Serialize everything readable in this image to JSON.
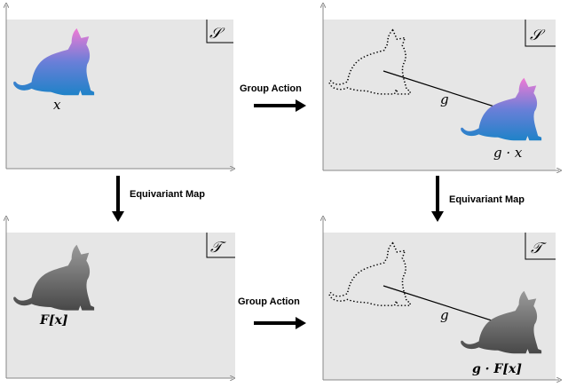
{
  "spaces": {
    "source_symbol": "𝒮",
    "target_symbol": "𝒯"
  },
  "labels": {
    "group_action_top": "Group Action",
    "group_action_bottom": "Group Action",
    "equivariant_map_left": "Equivariant Map",
    "equivariant_map_right": "Equivariant Map"
  },
  "math": {
    "x": "x",
    "g_top": "g",
    "g_dot_x": "g · x",
    "F_x": "F[x]",
    "g_bottom": "g",
    "g_dot_F_x": "g · F[x]"
  },
  "colors": {
    "panel_bg": "#e6e6e6",
    "cat_gradient_top": "#f07ad4",
    "cat_gradient_mid": "#6a7fd8",
    "cat_gradient_bottom": "#1f82c8",
    "gray_cat_light": "#9a9a9a",
    "gray_cat_dark": "#4a4a4a"
  }
}
